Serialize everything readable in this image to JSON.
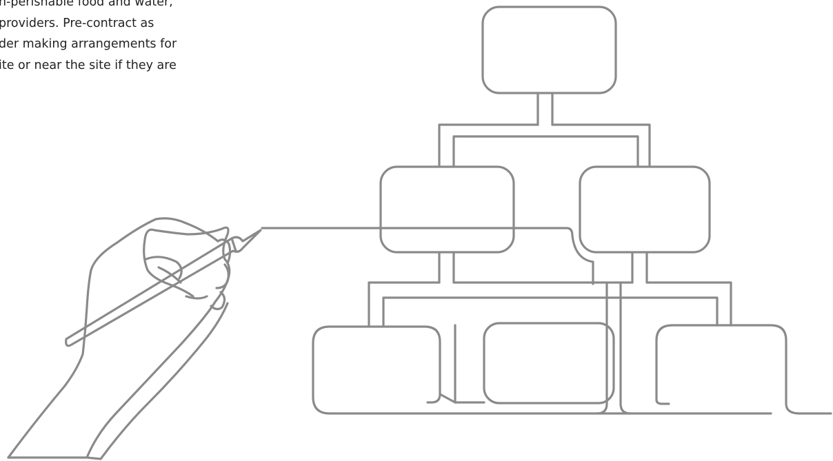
{
  "text_block": {
    "lines": [
      "n-perishable food and water,",
      "providers. Pre-contract as",
      "der making arrangements for",
      "ite or near the site if they are"
    ]
  },
  "illustration": {
    "subject": "hand-drawing-org-chart",
    "line_color": "#8a8a8a",
    "text_color": "#231f20",
    "background": "#ffffff"
  }
}
